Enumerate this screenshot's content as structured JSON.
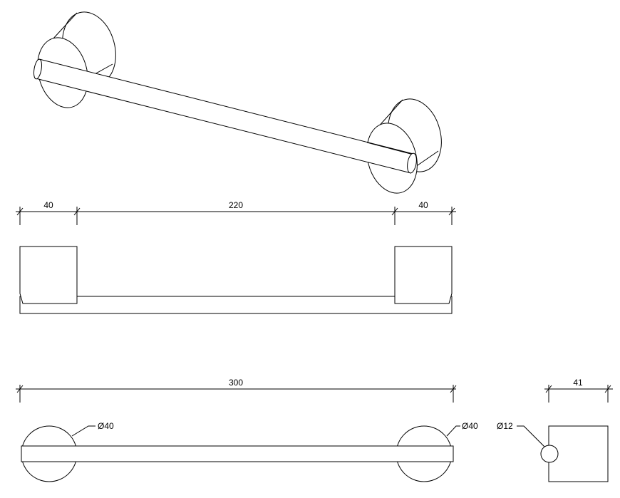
{
  "dimensions": {
    "side_left_mount": "40",
    "side_bar_span": "220",
    "side_right_mount": "40",
    "overall_length": "300",
    "depth": "41",
    "mount_diameter_left": "Ø40",
    "mount_diameter_right": "Ø40",
    "bar_diameter": "Ø12"
  }
}
